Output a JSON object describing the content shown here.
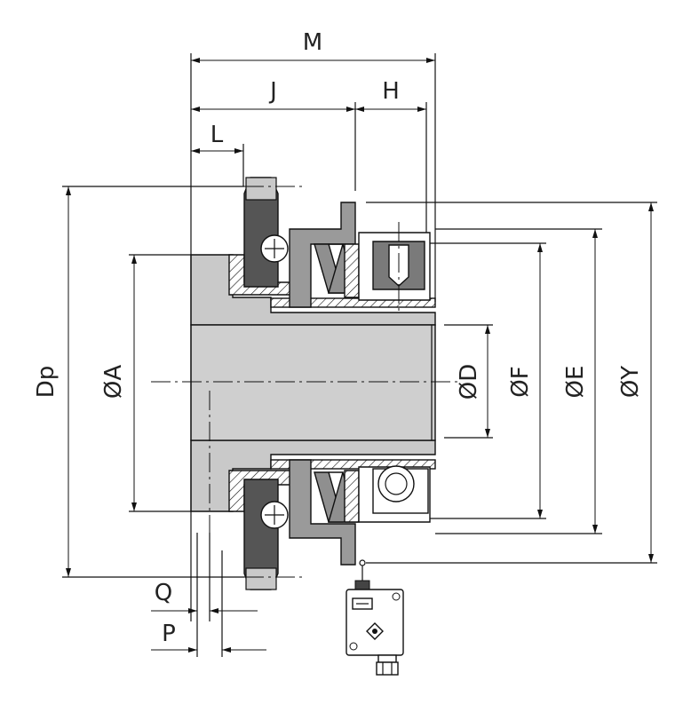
{
  "labels": {
    "M": "M",
    "J": "J",
    "H": "H",
    "L": "L",
    "Dp": "Dp",
    "A": "ØA",
    "D": "ØD",
    "F": "ØF",
    "E": "ØE",
    "Y": "ØY",
    "Q": "Q",
    "P": "P"
  },
  "colors": {
    "hub": "#c9c9c9",
    "sprocket": "#555555",
    "flange": "#9a9a9a",
    "spring": "#8f8f8f",
    "hatch": "#111111",
    "line": "#111111"
  }
}
